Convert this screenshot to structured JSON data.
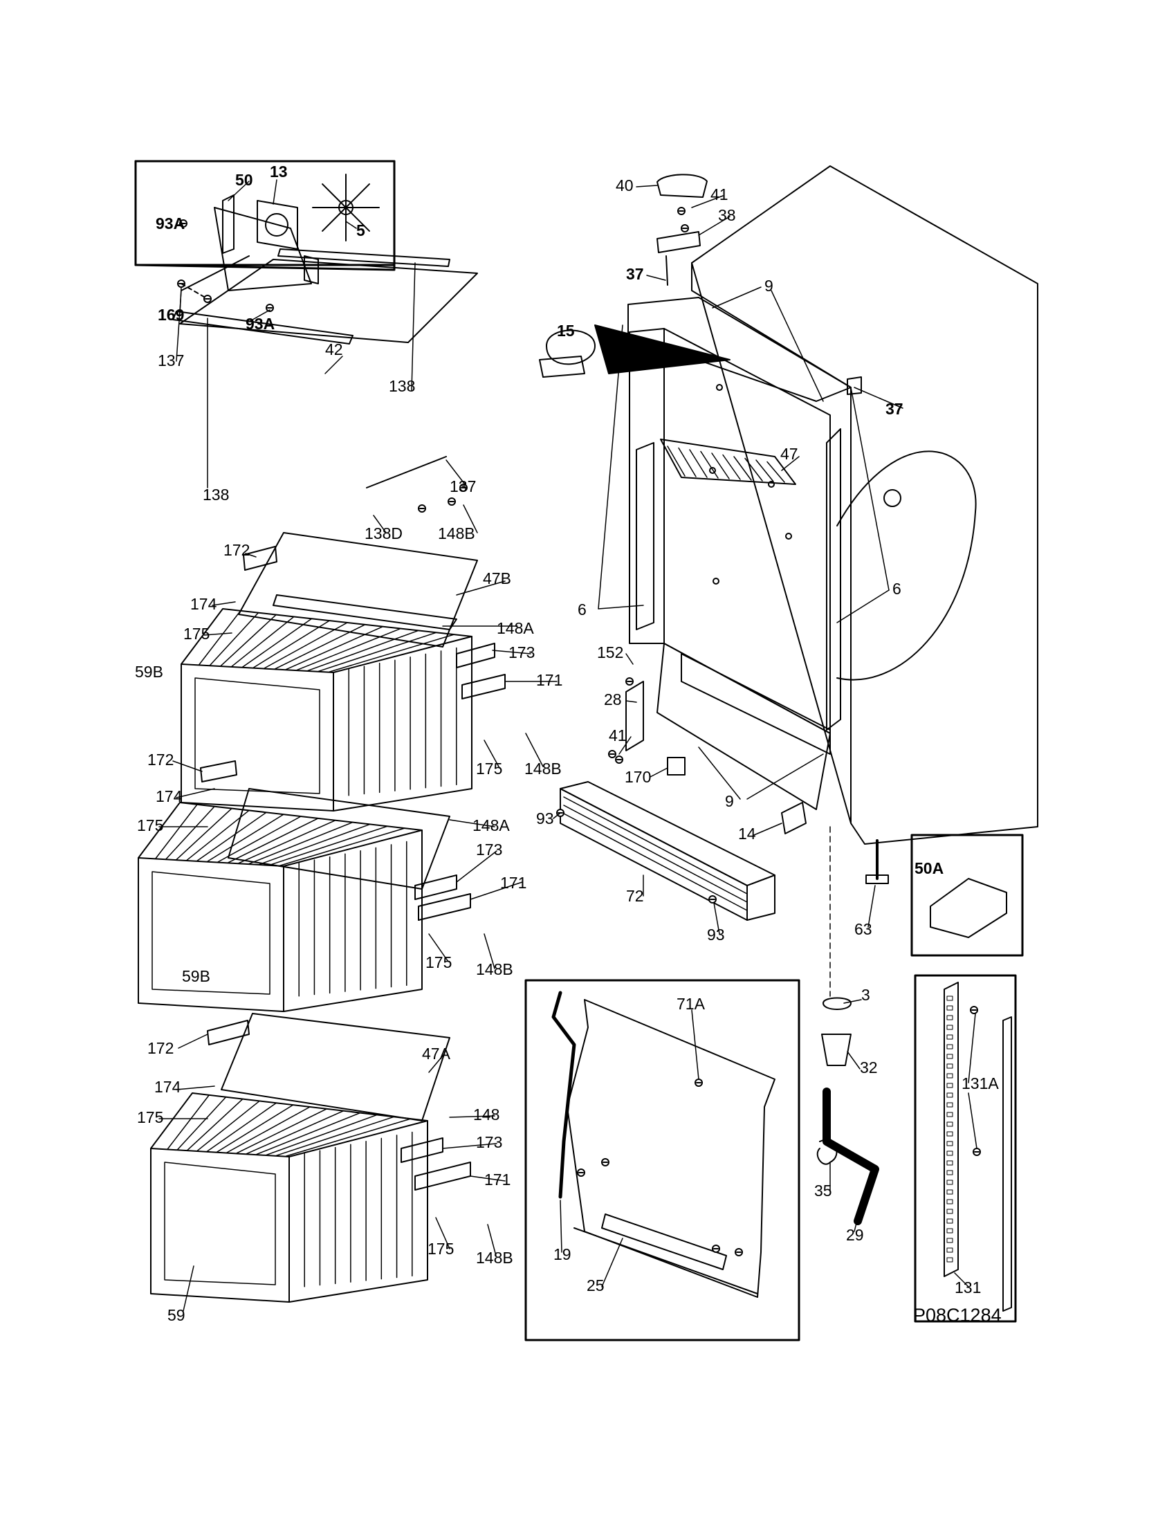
{
  "drawing_ref": "P08C1284",
  "colors": {
    "ink": "#000000",
    "paper": "#ffffff",
    "hose": "#000000"
  },
  "labels": {
    "fan_bracket": "50",
    "fan_motor": "13",
    "fan_screw_a_top": "93A",
    "fan_blade": "5",
    "fan_screws": "169",
    "fan_screw_a_bottom": "93A",
    "shelf_support_left": "137",
    "glass_shelf": "42",
    "shelf_trim_back": "138",
    "shelf_trim_front": "138",
    "shelf_support_right": "137",
    "shelf_trim_d": "138D",
    "shelf_screws": "148B",
    "upper_slide_top": "172",
    "upper_cover": "47B",
    "upper_roller_top": "174",
    "upper_frame_a": "148A",
    "upper_pin_top": "175",
    "upper_slide_right": "173",
    "upper_basket": "59B",
    "upper_rail_right": "171",
    "upper_pin_right": "175",
    "upper_screws": "148B",
    "mid_slide": "172",
    "mid_roller": "174",
    "mid_pin": "175",
    "mid_frame_a": "148A",
    "mid_slide_right": "173",
    "mid_rail_right": "171",
    "mid_pin_right": "175",
    "mid_screws": "148B",
    "mid_basket": "59B",
    "low_slide": "172",
    "low_cover": "47A",
    "low_roller": "174",
    "low_pin": "175",
    "low_frame": "148",
    "low_slide_right": "173",
    "low_rail_right": "171",
    "low_pin_right": "175",
    "low_screws": "148B",
    "low_basket": "59",
    "hinge_cover": "40",
    "hinge_screw": "41",
    "top_hinge": "38",
    "hinge_pin_left": "37",
    "gaskets_top": "9",
    "door_stop": "15",
    "hinge_pin_right": "37",
    "air_duct": "47",
    "side_trim_left": "6",
    "side_trim_right": "6",
    "pin_152": "152",
    "bottom_hinge": "28",
    "bottom_screws": "41",
    "switch": "170",
    "gaskets_bottom": "9",
    "grille_screw_left": "93",
    "toe_grille": "72",
    "grille_screw_right": "93",
    "cam": "14",
    "leveler": "63",
    "control_box": "50A",
    "drain_plug": "3",
    "drain_tube": "32",
    "clamp": "35",
    "drain_hose": "29",
    "shelf_standard_screws": "131A",
    "shelf_standard": "131",
    "evap_screw": "71A",
    "evap_strip": "19",
    "evap_cover": "25"
  }
}
